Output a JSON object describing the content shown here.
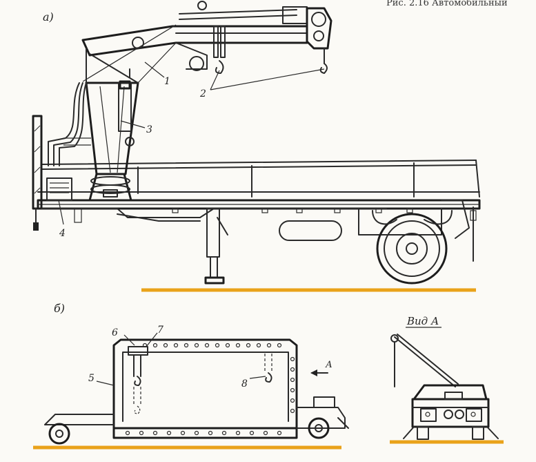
{
  "top_caption": "Рис. 2.16   Автомобильный",
  "view_a_label": "а)",
  "view_b_label": "б)",
  "view_a_side_title": "Вид А",
  "arrow_a_label": "А",
  "callouts": {
    "c1": "1",
    "c2": "2",
    "c3": "3",
    "c4": "4",
    "c5": "5",
    "c6": "6",
    "c7": "7",
    "c8": "8"
  },
  "colors": {
    "ground": "#e9a21a",
    "ink": "#2a2a2a",
    "paper": "#fbfaf6"
  }
}
